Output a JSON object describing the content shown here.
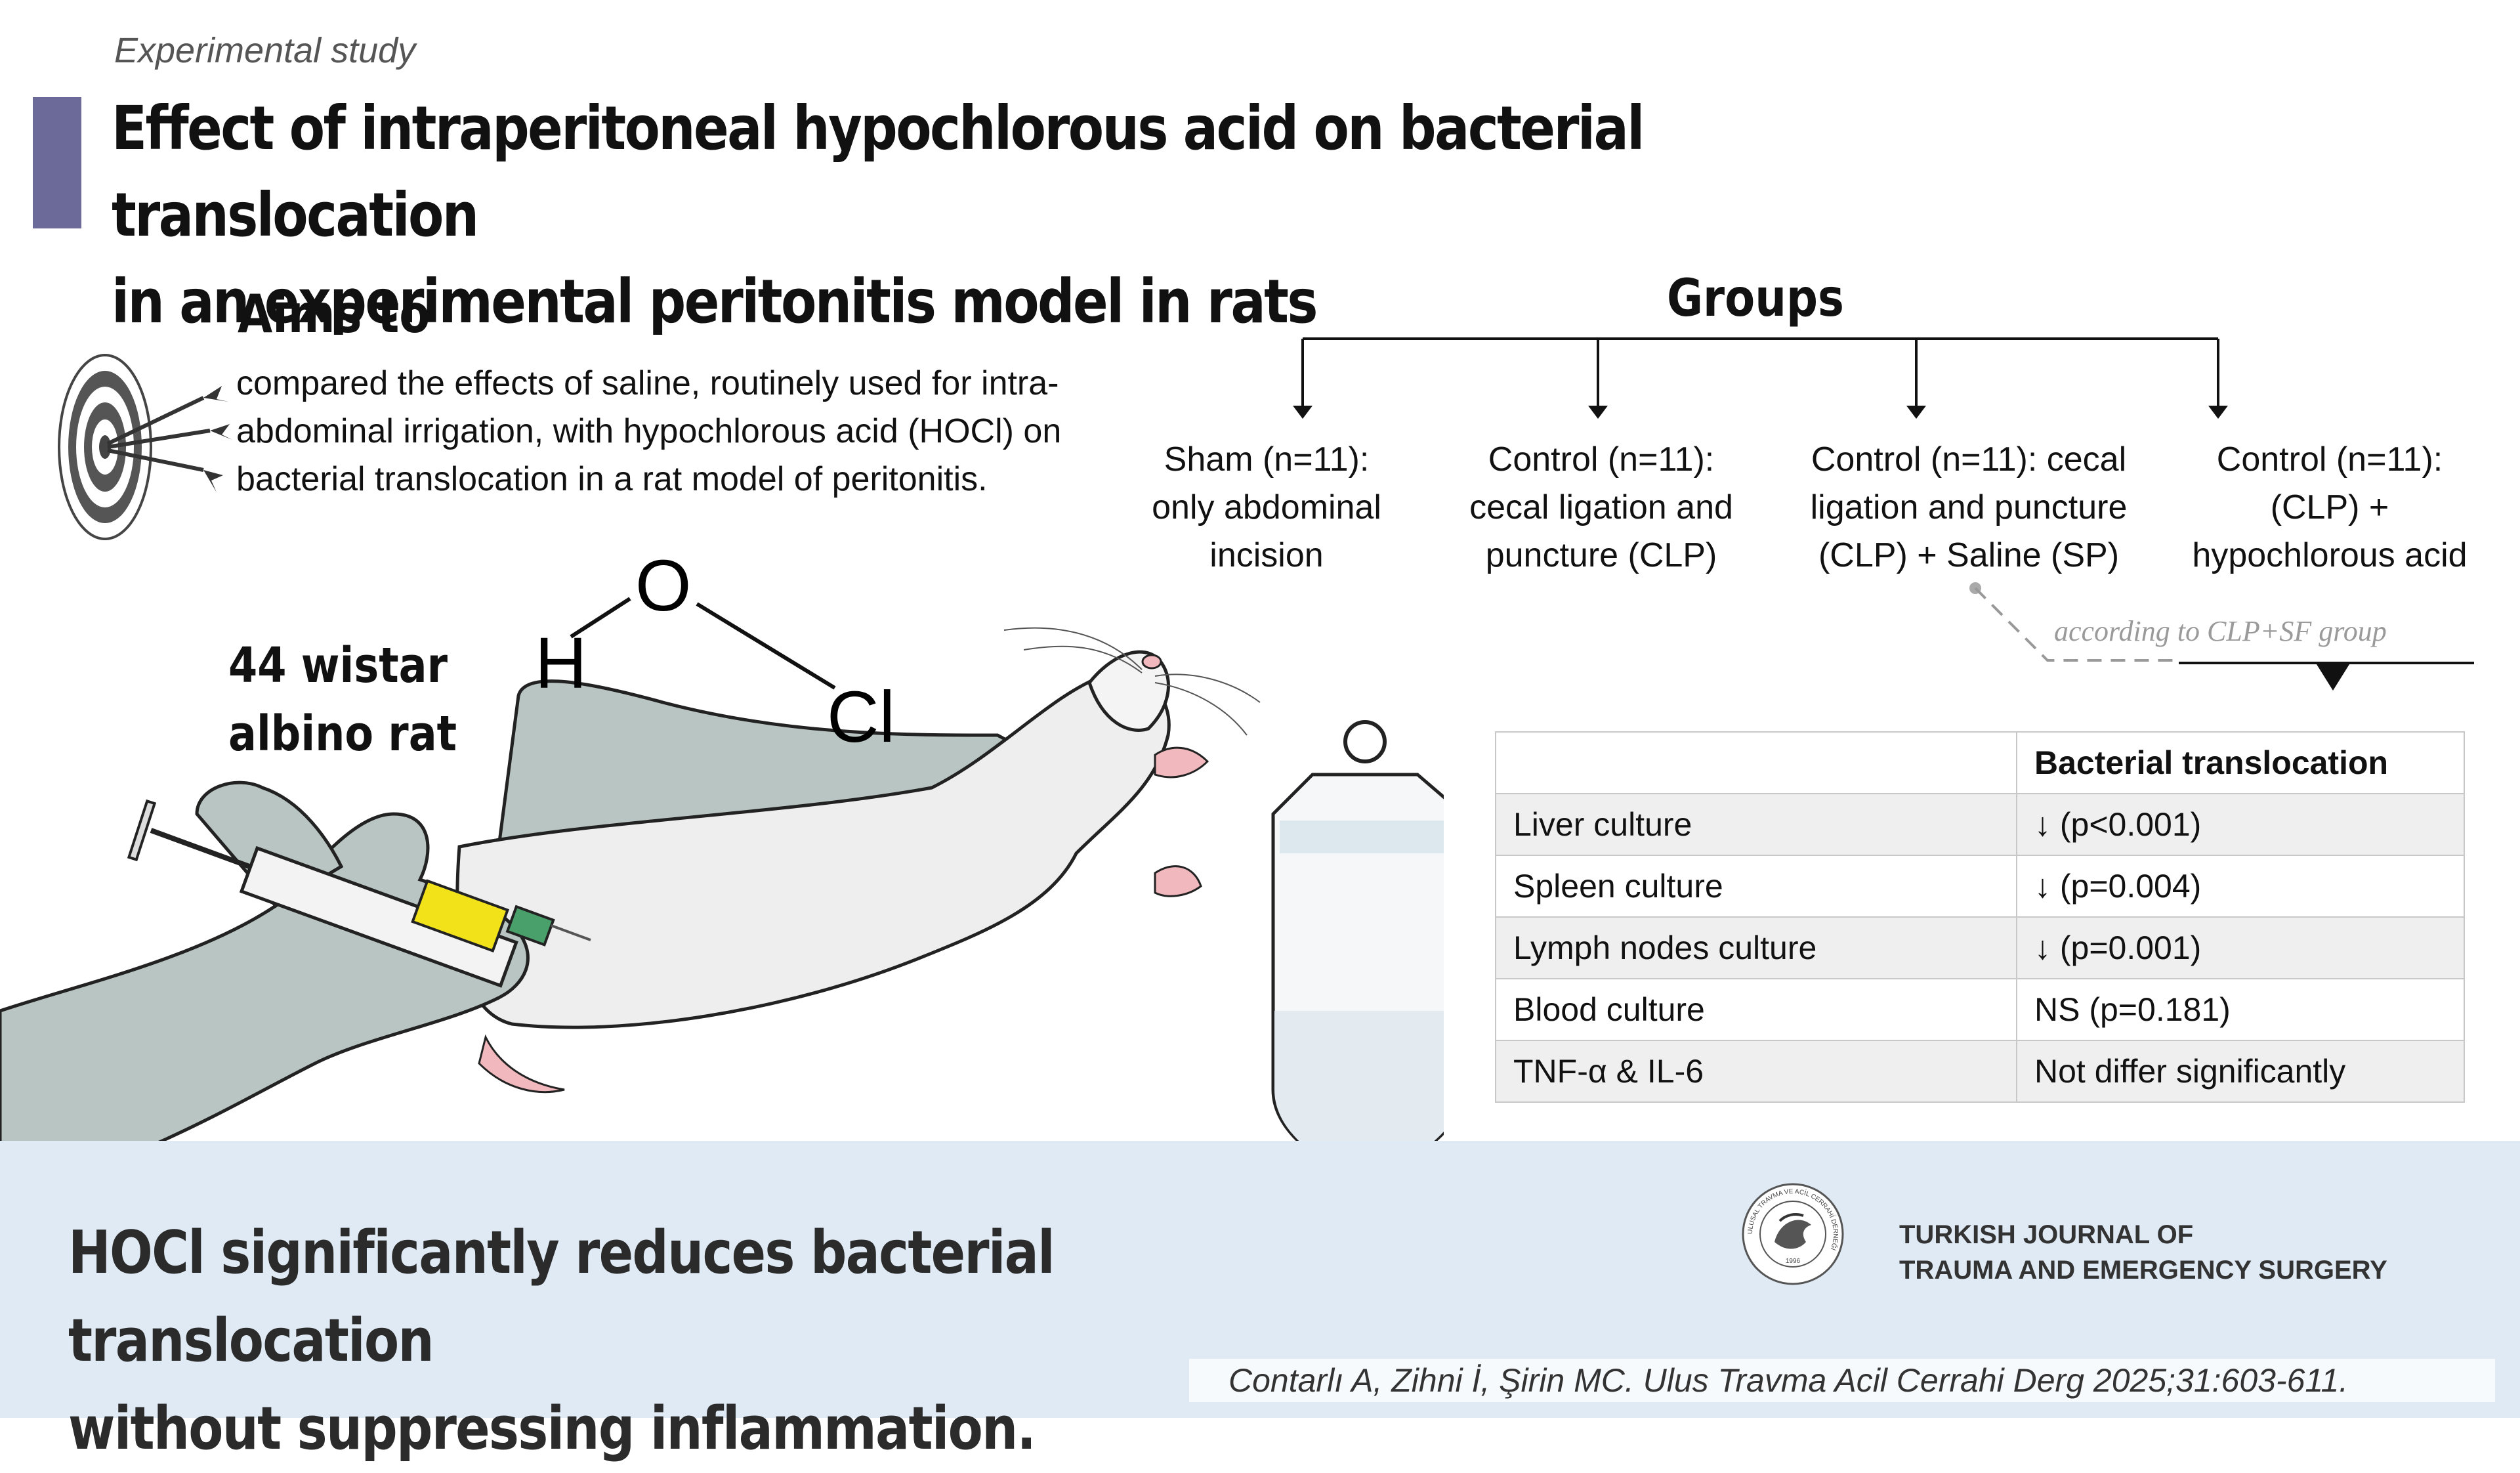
{
  "header": {
    "kicker": "Experimental study",
    "title_line1": "Effect of intraperitoneal hypochlorous acid on bacterial translocation",
    "title_line2": "in an experimental peritonitis model in rats"
  },
  "aims": {
    "heading": "Aims to",
    "text": "compared the effects of saline, routinely used for intra-abdominal irrigation, with hypochlorous acid (HOCl) on bacterial translocation in a rat model of peritonitis."
  },
  "subjects": {
    "line1": "44 wistar",
    "line2": "albino rat"
  },
  "chemistry": {
    "h": "H",
    "o": "O",
    "cl": "Cl"
  },
  "groups": {
    "heading": "Groups",
    "items": [
      {
        "line1": "Sham (n=11):",
        "line2": "only abdominal",
        "line3": "incision"
      },
      {
        "line1": "Control (n=11):",
        "line2": "cecal ligation and",
        "line3": "puncture (CLP)"
      },
      {
        "line1": "Control (n=11): cecal",
        "line2": "ligation and puncture",
        "line3": "(CLP) + Saline (SP)"
      },
      {
        "line1": "Control (n=11):",
        "line2": "(CLP) +",
        "line3": "hypochlorous acid"
      }
    ],
    "note": "according to CLP+SF group"
  },
  "results": {
    "header": [
      "",
      "Bacterial translocation"
    ],
    "rows": [
      [
        "Liver culture",
        "↓ (p<0.001)"
      ],
      [
        "Spleen culture",
        "↓ (p=0.004)"
      ],
      [
        "Lymph nodes culture",
        "↓ (p=0.001)"
      ],
      [
        "Blood culture",
        "NS (p=0.181)"
      ],
      [
        "TNF-α & IL-6",
        "Not differ significantly"
      ]
    ]
  },
  "footer": {
    "conclusion_line1": "HOCl significantly reduces bacterial translocation",
    "conclusion_line2": "without suppressing inflammation.",
    "journal_line1": "TURKISH JOURNAL OF",
    "journal_line2": "TRAUMA AND EMERGENCY SURGERY",
    "logo_text": "ULUSAL TRAVMA VE ACİL CERRAHİ DERNEĞİ",
    "logo_year": "1996",
    "citation": "Contarlı A, Zihni İ, Şirin MC. Ulus Travma Acil Cerrahi Derg 2025;31:603-611."
  },
  "colors": {
    "accent_bar": "#6c6a98",
    "footer_bg": "#dfeaf4",
    "glove": "#b9c5c2",
    "syringe_fluid": "#f2e21a"
  },
  "icons": [
    "target-icon",
    "rat-illustration",
    "glove-illustration",
    "syringe-illustration",
    "iv-bag-illustration",
    "journal-logo-icon"
  ]
}
